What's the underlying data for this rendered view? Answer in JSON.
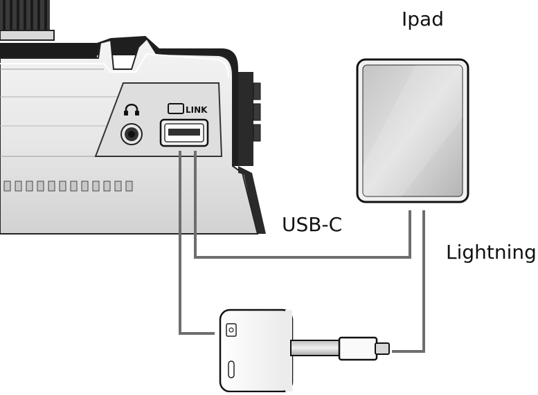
{
  "labels": {
    "tablet": "Ipad",
    "usb_c": "USB-C",
    "lightning": "Lightning",
    "port_link": "LINK"
  },
  "icons": {
    "headphone": "headphone-icon",
    "link_port": "link-port-icon",
    "camera": "camera-icon",
    "charge": "charge-icon"
  },
  "colors": {
    "cable": "#6e6e6e",
    "device_outline": "#222222",
    "device_fill": "#f2f2f2",
    "screen_dark": "#bdbdbd",
    "screen_light": "#e8e8e8",
    "text": "#111111"
  }
}
